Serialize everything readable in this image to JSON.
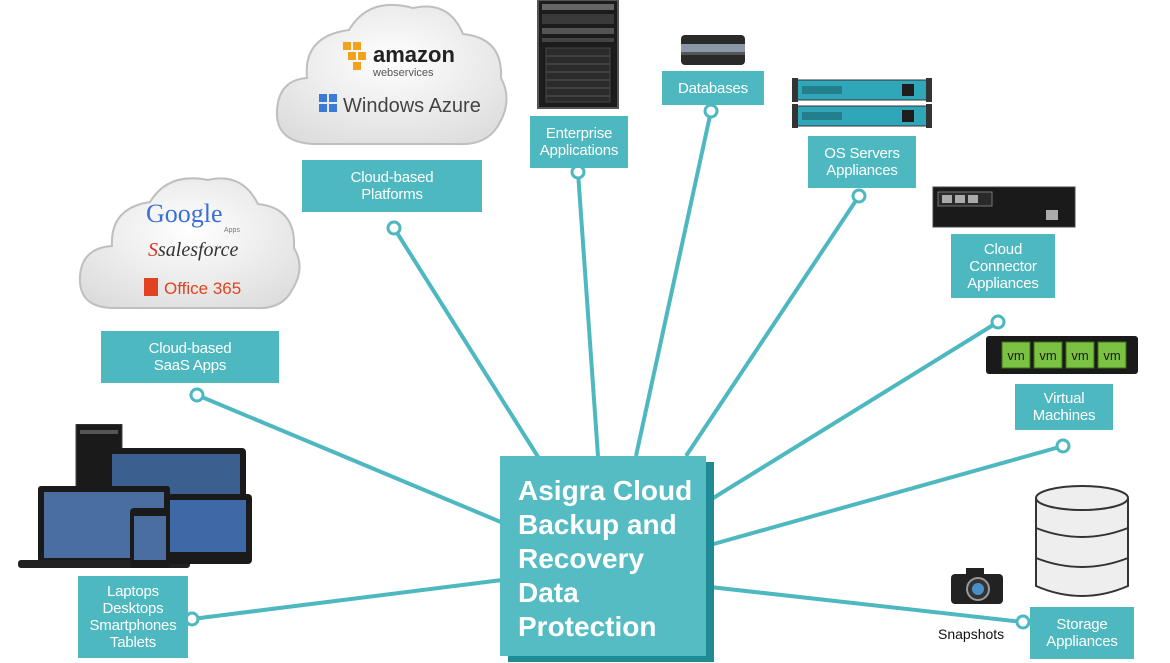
{
  "hub": {
    "lines": [
      "Asigra Cloud",
      "Backup and",
      "Recovery",
      "Data",
      "Protection"
    ]
  },
  "nodes": {
    "saas": [
      "Cloud-based",
      "SaaS Apps"
    ],
    "platforms": [
      "Cloud-based",
      "Platforms"
    ],
    "enterprise": [
      "Enterprise",
      "Applications"
    ],
    "databases": [
      "Databases"
    ],
    "os_servers": [
      "OS Servers",
      "Appliances"
    ],
    "cloud_connector": [
      "Cloud",
      "Connector",
      "Appliances"
    ],
    "virtual_machines": [
      "Virtual",
      "Machines"
    ],
    "storage": [
      "Storage",
      "Appliances"
    ],
    "laptops": [
      "Laptops",
      "Desktops",
      "Smartphones",
      "Tablets"
    ]
  },
  "snapshots_label": "Snapshots",
  "logos": {
    "google": "Google",
    "google_sub": "Apps",
    "salesforce": "salesforce",
    "office": "Office 365",
    "amazon": "amazon",
    "amazon_sub": "webservices",
    "azure": "Windows Azure"
  },
  "vm_label": "vm",
  "colors": {
    "teal": "#4db8bf",
    "teal_dark": "#1f8c95",
    "vm_green": "#7cc242"
  }
}
